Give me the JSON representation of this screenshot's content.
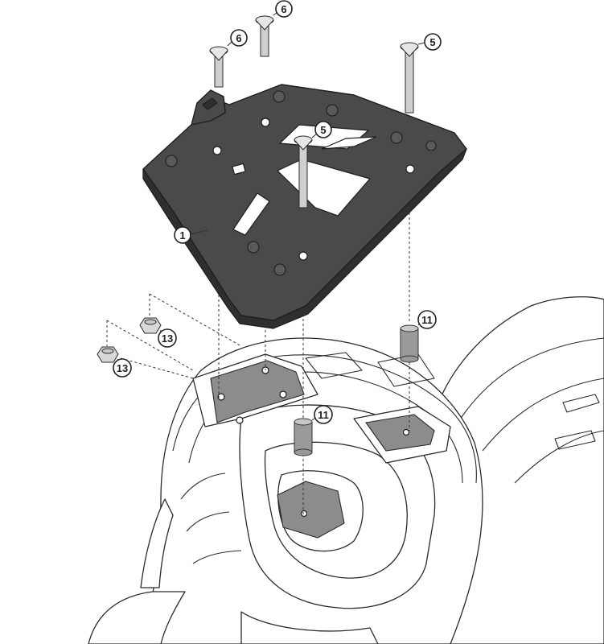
{
  "diagram": {
    "callouts": {
      "plate": "1",
      "bolt_long_right": "5",
      "bolt_center": "5",
      "bolt_left_low": "6",
      "bolt_left_high": "6",
      "spacer_right": "11",
      "spacer_center": "11",
      "nut_upper": "13",
      "nut_lower": "13"
    },
    "colors": {
      "plate": "#4a4a4a",
      "line": "#2a2a2a",
      "background": "#ffffff"
    }
  }
}
